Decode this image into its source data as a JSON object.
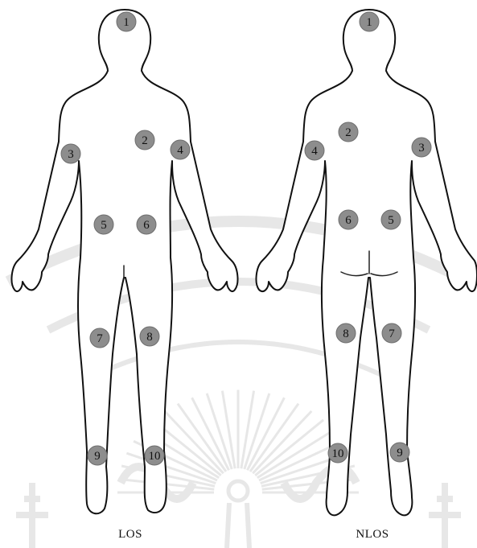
{
  "figures": [
    {
      "id": "los",
      "caption": "LOS",
      "view": "front",
      "markers": [
        {
          "label": "1",
          "spot": "head"
        },
        {
          "label": "2",
          "spot": "chest"
        },
        {
          "label": "3",
          "spot": "upper-arm-left"
        },
        {
          "label": "4",
          "spot": "upper-arm-right"
        },
        {
          "label": "5",
          "spot": "waist-left"
        },
        {
          "label": "6",
          "spot": "waist-right"
        },
        {
          "label": "7",
          "spot": "thigh-left"
        },
        {
          "label": "8",
          "spot": "thigh-right"
        },
        {
          "label": "9",
          "spot": "ankle-left"
        },
        {
          "label": "10",
          "spot": "ankle-right"
        }
      ]
    },
    {
      "id": "nlos",
      "caption": "NLOS",
      "view": "back",
      "markers": [
        {
          "label": "1",
          "spot": "head"
        },
        {
          "label": "2",
          "spot": "chest"
        },
        {
          "label": "4",
          "spot": "upper-arm-left"
        },
        {
          "label": "3",
          "spot": "upper-arm-right"
        },
        {
          "label": "6",
          "spot": "waist-left"
        },
        {
          "label": "5",
          "spot": "waist-right"
        },
        {
          "label": "8",
          "spot": "thigh-left"
        },
        {
          "label": "7",
          "spot": "thigh-right"
        },
        {
          "label": "10",
          "spot": "ankle-left"
        },
        {
          "label": "9",
          "spot": "ankle-right"
        }
      ]
    }
  ],
  "colors": {
    "marker_fill": "#8d8d8d",
    "outline": "#111111",
    "watermark": "#e7e7e7"
  }
}
